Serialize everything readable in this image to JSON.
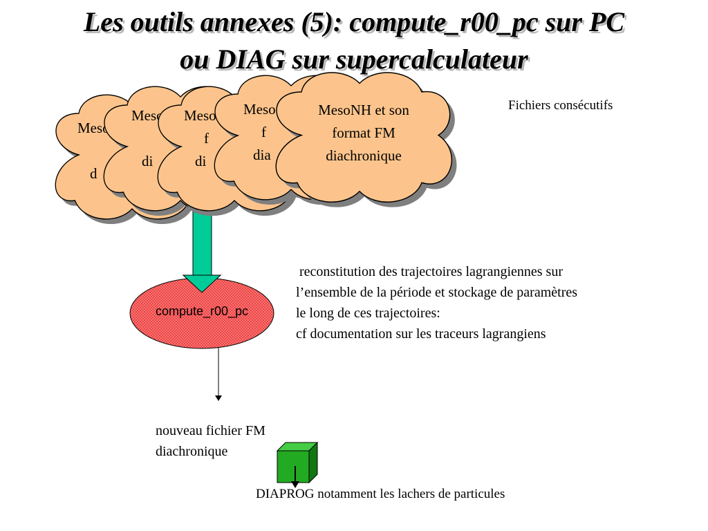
{
  "title": {
    "line1": "Les outils annexes (5): compute_r00_pc sur PC",
    "line2": "ou DIAG sur supercalculateur"
  },
  "clouds": {
    "cloud1": {
      "l1": "Meso",
      "l2": "",
      "l3": "d"
    },
    "cloud2": {
      "l1": "Meso",
      "l2": "",
      "l3": "di"
    },
    "cloud3": {
      "l1": "Meso",
      "l2": "f",
      "l3": "di"
    },
    "cloud4": {
      "l1": "Meso",
      "l2": "f",
      "l3": "dia"
    },
    "cloud5": {
      "l1": "MesoNH et son",
      "l2": "format FM",
      "l3": "diachronique"
    }
  },
  "fichiers_label": "Fichiers consécutifs",
  "compute_label": "compute_r00_pc",
  "reconstitution_text": " reconstitution des trajectoires lagrangiennes sur\nl’ensemble de la période et stockage de paramètres\nle long de ces trajectoires:\ncf documentation sur les traceurs lagrangiens",
  "nouveau_line1": "nouveau fichier FM",
  "nouveau_line2": "diachronique",
  "diaprog_label": "DIAPROG notamment les lachers de particules",
  "colors": {
    "cloud_fill": "#fcc48c",
    "cloud_shadow": "#7f7f7f",
    "arrow_fill": "#00cc99",
    "ellipse_fill": "#ee4444",
    "cube_fill": "#22aa22"
  }
}
